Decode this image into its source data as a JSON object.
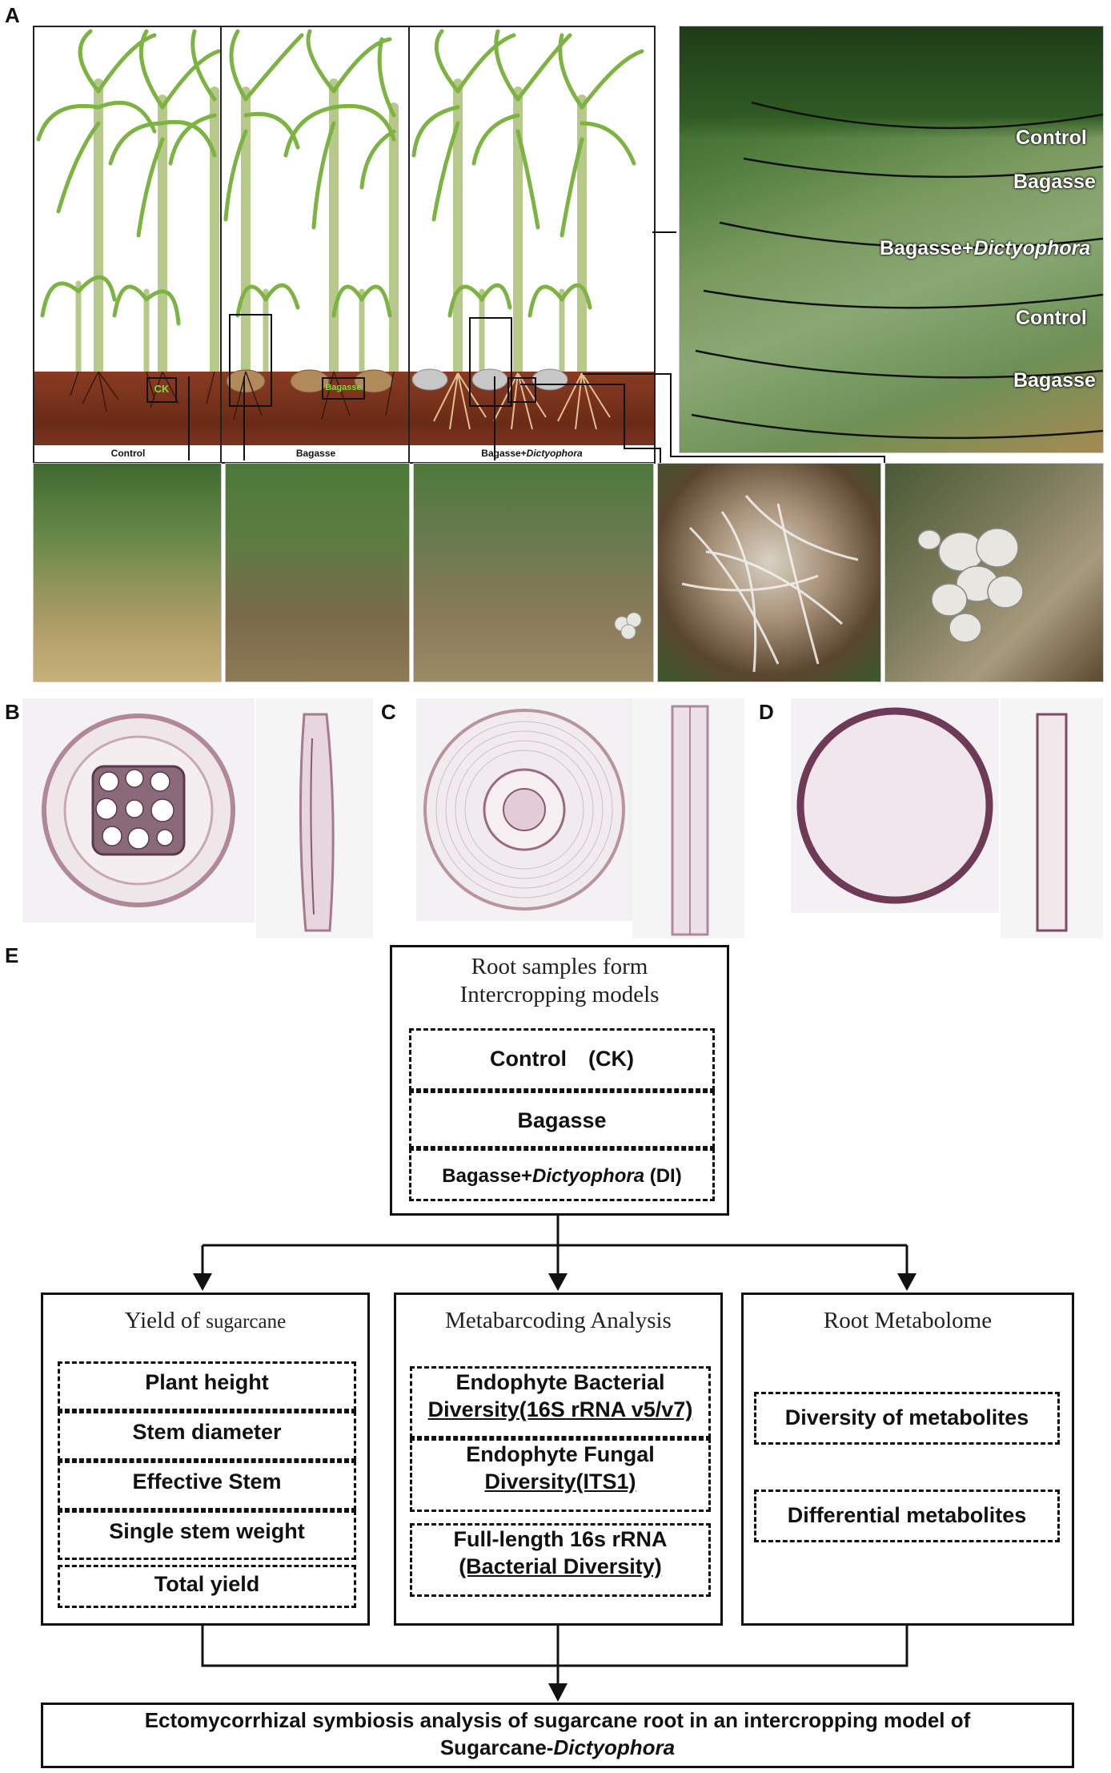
{
  "panels": {
    "a": "A",
    "b": "B",
    "c": "C",
    "d": "D",
    "e": "E"
  },
  "illustration": {
    "ck_tag": "CK",
    "bagasse_tag": "Bagasse",
    "captions": {
      "control": "Control",
      "bagasse": "Bagasse",
      "dicty_prefix": "Bagasse+",
      "dicty_italic": "Dictyophora"
    }
  },
  "aerial": {
    "labels": [
      "Control",
      "Bagasse",
      "Control",
      "Bagasse"
    ],
    "dicty_prefix": "Bagasse+",
    "dicty_italic": "Dictyophora"
  },
  "flowchart": {
    "root": {
      "title_line1": "Root samples form",
      "title_line2": "Intercropping models",
      "control": "Control　(CK)",
      "bagasse": "Bagasse",
      "dicty_prefix": "Bagasse+",
      "dicty_italic": "Dictyophora",
      "dicty_suffix": " (DI)"
    },
    "yield": {
      "title_a": "Yield of ",
      "title_b": "sugarcane",
      "items": [
        "Plant height",
        "Stem diameter",
        "Effective Stem",
        "Single stem weight",
        "Total yield"
      ]
    },
    "meta": {
      "title": "Metabarcoding Analysis",
      "item1_l1": "Endophyte Bacterial",
      "item1_l2": "Diversity(16S rRNA v5/v7)",
      "item2_l1": "Endophyte Fungal",
      "item2_l2": "Diversity(ITS1)",
      "item3_l1": "Full-length 16s rRNA",
      "item3_l2": "(Bacterial Diversity)"
    },
    "metab": {
      "title": "Root Metabolome",
      "items": [
        "Diversity of metabolites",
        "Differential metabolites"
      ]
    },
    "final": {
      "line1": "Ectomycorrhizal symbiosis analysis of sugarcane root in an intercropping model of",
      "line2_prefix": "Sugarcane-",
      "line2_italic": "Dictyophora"
    }
  },
  "colors": {
    "leaf": "#7cb342",
    "stalk": "#b7c98a",
    "soil": "#7a3320",
    "bagasse_pile": "#b08a5a",
    "fungus_pile": "#c7c7c7",
    "tag_green": "#7ddc3c"
  }
}
